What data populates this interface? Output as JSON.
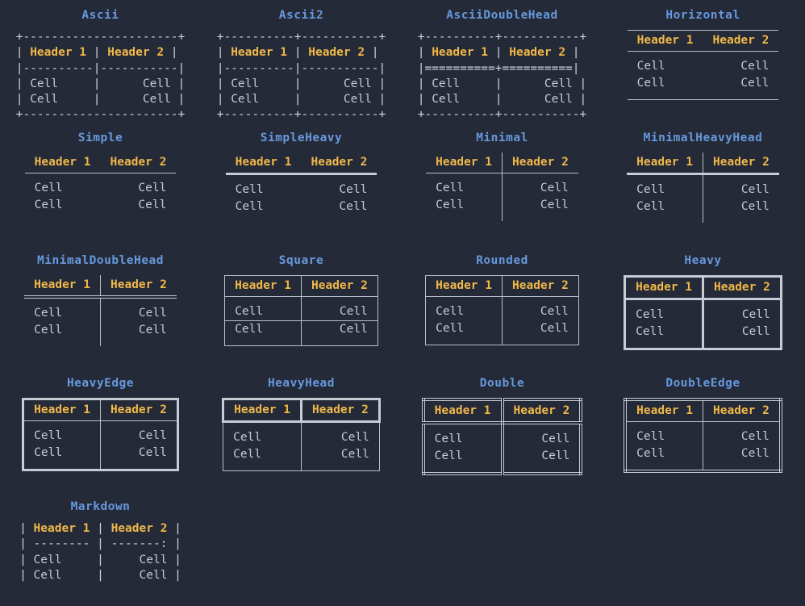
{
  "page": {
    "background": "#252a38",
    "title_color": "#6699dd",
    "header_color": "#f0b849",
    "cell_color": "#c6cad3",
    "border_color": "#b9bec9",
    "heavy_border_color": "#c8ccd4"
  },
  "labels": {
    "header1": "Header 1",
    "header2": "Header 2",
    "cell": "Cell"
  },
  "boxes": [
    {
      "id": "ascii",
      "title": "Ascii",
      "render": "art",
      "art": "+----------------------+\n| Header 1 | Header 2 |\n|----------|-----------|\n| Cell     |      Cell |\n| Cell     |      Cell |\n+----------------------+"
    },
    {
      "id": "ascii2",
      "title": "Ascii2",
      "render": "art",
      "art": "+----------+-----------+\n| Header 1 | Header 2 |\n|----------|-----------|\n| Cell     |      Cell |\n| Cell     |      Cell |\n+----------+-----------+"
    },
    {
      "id": "asciidoublehead",
      "title": "AsciiDoubleHead",
      "render": "art",
      "art": "+----------+-----------+\n| Header 1 | Header 2 |\n|==========+==========|\n| Cell     |      Cell |\n| Cell     |      Cell |\n+----------+-----------+"
    },
    {
      "id": "horizontal",
      "title": "Horizontal",
      "render": "table",
      "style_class": "t-horizontal"
    },
    {
      "id": "simple",
      "title": "Simple",
      "render": "table",
      "style_class": "t-simple"
    },
    {
      "id": "simpleheavy",
      "title": "SimpleHeavy",
      "render": "table",
      "style_class": "t-simpleheavy"
    },
    {
      "id": "minimal",
      "title": "Minimal",
      "render": "table",
      "style_class": "t-minimal"
    },
    {
      "id": "minimalheavyhead",
      "title": "MinimalHeavyHead",
      "render": "table",
      "style_class": "t-minimalheavyhead"
    },
    {
      "id": "minimaldoublehead",
      "title": "MinimalDoubleHead",
      "render": "table",
      "style_class": "t-minimaldoublehead"
    },
    {
      "id": "square",
      "title": "Square",
      "render": "table",
      "style_class": "t-square"
    },
    {
      "id": "rounded",
      "title": "Rounded",
      "render": "table",
      "style_class": "t-rounded"
    },
    {
      "id": "heavy",
      "title": "Heavy",
      "render": "table",
      "style_class": "t-heavy"
    },
    {
      "id": "heavyedge",
      "title": "HeavyEdge",
      "render": "table",
      "style_class": "t-heavyedge"
    },
    {
      "id": "heavyhead",
      "title": "HeavyHead",
      "render": "table",
      "style_class": "t-heavyhead"
    },
    {
      "id": "double",
      "title": "Double",
      "render": "table",
      "style_class": "t-double"
    },
    {
      "id": "doubleedge",
      "title": "DoubleEdge",
      "render": "table",
      "style_class": "t-doubleedge"
    },
    {
      "id": "markdown",
      "title": "Markdown",
      "render": "art",
      "art": "| Header 1 | Header 2 |\n| -------- | -------: |\n| Cell     |     Cell |\n| Cell     |     Cell |"
    }
  ],
  "table_content": {
    "columns": [
      "Header 1",
      "Header 2"
    ],
    "rows": [
      [
        "Cell",
        "Cell"
      ],
      [
        "Cell",
        "Cell"
      ]
    ],
    "align": [
      "left",
      "right"
    ]
  }
}
